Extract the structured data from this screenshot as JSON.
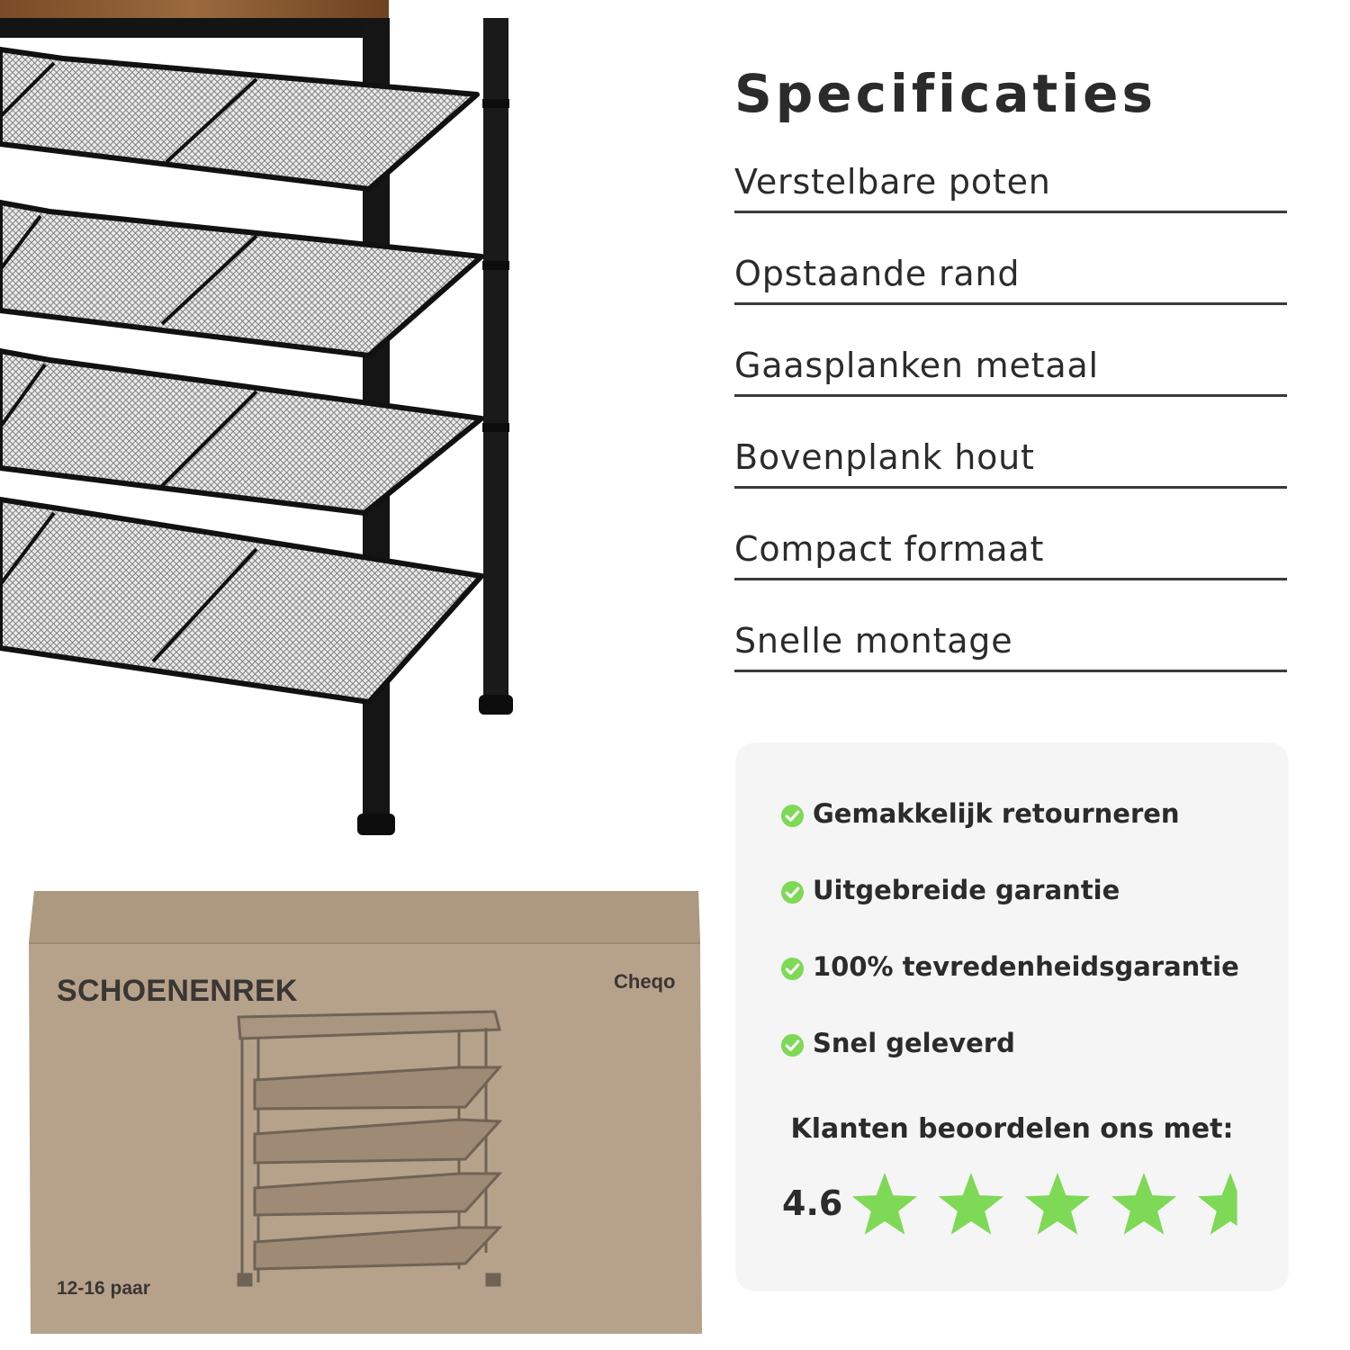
{
  "specifications": {
    "title": "Specificaties",
    "items": [
      "Verstelbare poten",
      "Opstaande rand",
      "Gaasplanken metaal",
      "Bovenplank hout",
      "Compact formaat",
      "Snelle montage"
    ]
  },
  "box": {
    "title": "SCHOENENREK",
    "brand": "Cheqo",
    "capacity": "12-16 paar"
  },
  "benefits": {
    "items": [
      "Gemakkelijk retourneren",
      "Uitgebreide garantie",
      "100% tevredenheidsgarantie",
      "Snel geleverd"
    ]
  },
  "rating": {
    "caption": "Klanten beoordelen ons met:",
    "value_label": "4.6",
    "value": 4.6,
    "max": 5
  },
  "colors": {
    "star": "#7ed957",
    "check": "#7ed957",
    "cardboard": "#b5a089",
    "card_bg": "#f5f5f5",
    "text": "#2b2b2b",
    "wood": "#8a5a32"
  },
  "icons": [
    "check-circle-icon",
    "star-icon"
  ]
}
